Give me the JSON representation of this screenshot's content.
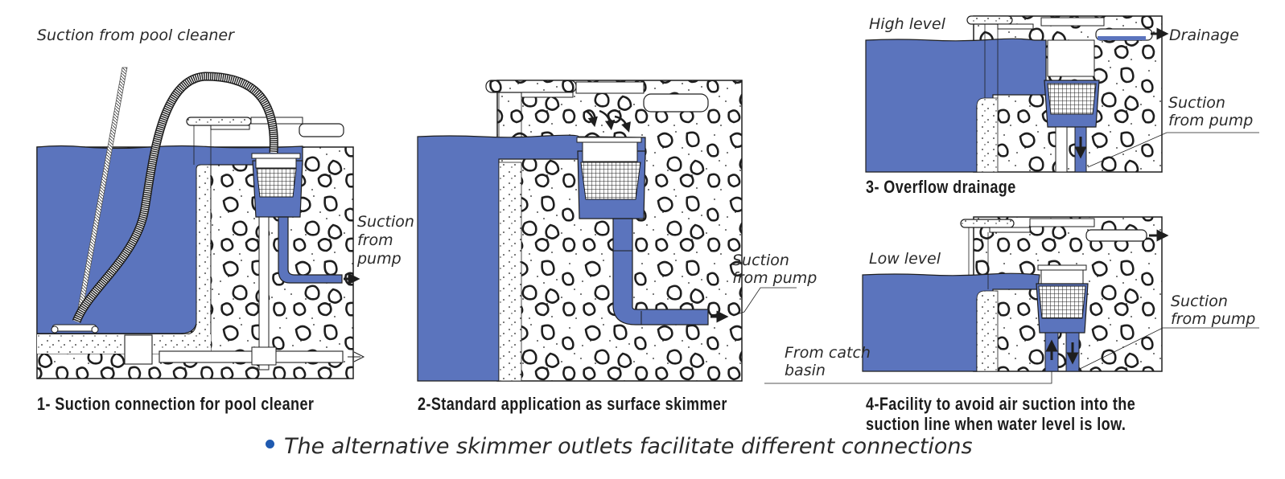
{
  "colors": {
    "water": "#5b74bd",
    "outline": "#1e1e1e",
    "paper": "#ffffff",
    "bullet": "#1f5ab0"
  },
  "diagram1": {
    "label_top": "Suction from pool cleaner",
    "label_pump": "Suction\nfrom\npump",
    "caption": "1- Suction connection for pool cleaner"
  },
  "diagram2": {
    "label_pump": "Suction\nfrom pump",
    "caption": "2-Standard application as surface skimmer"
  },
  "diagram3": {
    "label_level": "High level",
    "label_drain": "Drainage",
    "label_pump": "Suction\nfrom pump",
    "caption": "3- Overflow drainage"
  },
  "diagram4": {
    "label_level": "Low level",
    "label_pump": "Suction\nfrom pump",
    "label_basin": "From catch\nbasin",
    "caption": "4-Facility to avoid air suction into the\nsuction line when water level is low."
  },
  "footer": {
    "text": "The alternative skimmer outlets facilitate different connections"
  }
}
